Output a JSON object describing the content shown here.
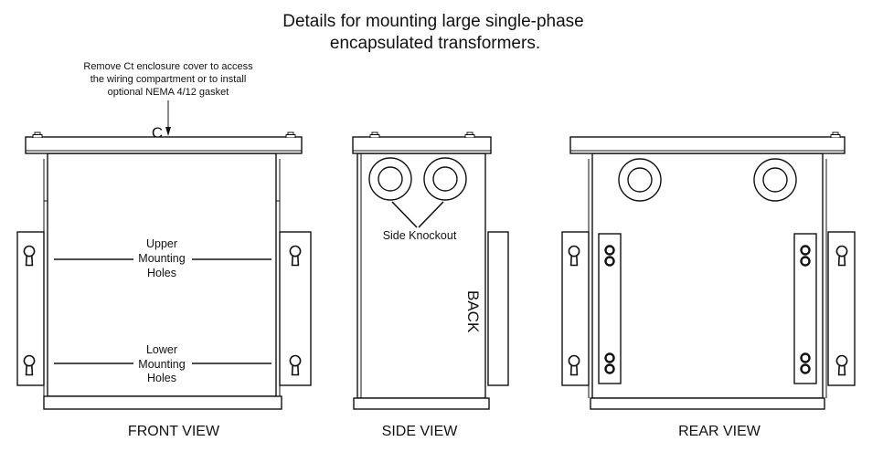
{
  "title": {
    "line1": "Details for mounting large single-phase",
    "line2": "encapsulated transformers."
  },
  "callout": {
    "line1": "Remove Ct enclosure cover to access",
    "line2": "the wiring compartment or to install",
    "line3": "optional NEMA 4/12 gasket",
    "marker": "C"
  },
  "front": {
    "upper_label": [
      "Upper",
      "Mounting",
      "Holes"
    ],
    "lower_label": [
      "Lower",
      "Mounting",
      "Holes"
    ],
    "view_label": "FRONT VIEW"
  },
  "side": {
    "knockout_label": "Side Knockout",
    "back_label": "BACK",
    "view_label": "SIDE VIEW"
  },
  "rear": {
    "view_label": "REAR VIEW"
  }
}
